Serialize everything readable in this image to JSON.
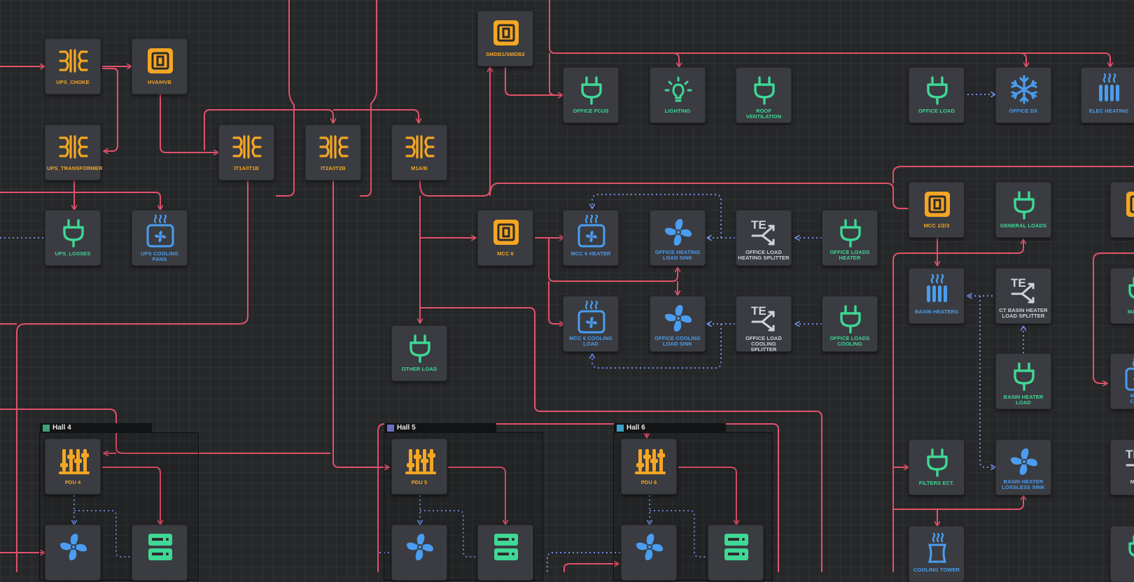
{
  "colors": {
    "power": "#e0526a",
    "heat": "#6f8fe8",
    "transformer": "#f5a623",
    "switch": "#f5a623",
    "load": "#3fd895",
    "cooling": "#4a9df0",
    "lighting": "#3fd895",
    "splitter": "#cfd3d8"
  },
  "groups": [
    {
      "id": "g4",
      "label": "Hall 4",
      "swatch": "#3fa07a"
    },
    {
      "id": "g5",
      "label": "Hall 5",
      "swatch": "#6a6fc0"
    },
    {
      "id": "g6",
      "label": "Hall 6",
      "swatch": "#3ea0c8"
    }
  ],
  "nodes": [
    {
      "id": "ups_choke",
      "label": "UPS_CHOKE",
      "icon": "transformer-icon"
    },
    {
      "id": "hva",
      "label": "HVA/HVB",
      "icon": "switchboard-icon"
    },
    {
      "id": "smdb",
      "label": "SMDB1/SMDB2",
      "icon": "switchboard-icon"
    },
    {
      "id": "office_fcus",
      "label": "OFFICE FCUS",
      "icon": "plug-icon"
    },
    {
      "id": "lighting",
      "label": "LIGHTING",
      "icon": "light-bulb-icon"
    },
    {
      "id": "roof_vent",
      "label": "ROOF VENTILATION",
      "icon": "plug-icon"
    },
    {
      "id": "office_load",
      "label": "OFFICE LOAD",
      "icon": "plug-icon"
    },
    {
      "id": "office_dx",
      "label": "OFFICE DX",
      "icon": "snowflake-icon"
    },
    {
      "id": "elec_heating",
      "label": "ELEC HEATING",
      "icon": "heater-icon"
    },
    {
      "id": "ups_transformer",
      "label": "UPS_TRANSFORMER",
      "icon": "transformer-icon"
    },
    {
      "id": "it1a",
      "label": "IT1A/IT1B",
      "icon": "transformer-icon"
    },
    {
      "id": "it2a",
      "label": "IT2A/IT2B",
      "icon": "transformer-icon"
    },
    {
      "id": "m1a",
      "label": "M1A/B",
      "icon": "transformer-icon"
    },
    {
      "id": "ups_losses",
      "label": "UPS_LOSSES",
      "icon": "plug-icon"
    },
    {
      "id": "ups_fans",
      "label": "UPS COOLING FANS",
      "icon": "fan-heat-icon"
    },
    {
      "id": "mcc6",
      "label": "MCC 6",
      "icon": "switchboard-icon"
    },
    {
      "id": "mcc6_heater",
      "label": "MCC 6 HEATER",
      "icon": "fan-heat-icon"
    },
    {
      "id": "ohls",
      "label": "OFFICE HEATING\nLOAD SINK",
      "icon": "fan-icon"
    },
    {
      "id": "olhs",
      "label": "OFFICE LOAD\nHEATING SPLITTER",
      "icon": "splitter-icon"
    },
    {
      "id": "olh",
      "label": "OFFICE LOADS\nHEATER",
      "icon": "plug-icon"
    },
    {
      "id": "mcc123",
      "label": "MCC 1/2/3",
      "icon": "switchboard-icon"
    },
    {
      "id": "general_loads",
      "label": "GENERAL LOADS",
      "icon": "plug-icon"
    },
    {
      "id": "mcc_edge",
      "label": "MC",
      "icon": "switchboard-icon"
    },
    {
      "id": "basin_heaters",
      "label": "BASIN HEATERS",
      "icon": "heater-icon"
    },
    {
      "id": "ctbh",
      "label": "CT BASIN HEATER\nLOAD SPLITTER",
      "icon": "splitter-icon"
    },
    {
      "id": "make_u",
      "label": "MAKE U",
      "icon": "plug-icon"
    },
    {
      "id": "mcc6_cool",
      "label": "MCC 6 COOLING\nLOAD",
      "icon": "fan-heat-icon"
    },
    {
      "id": "ocls",
      "label": "OFFICE COOLING\nLOAD SINK",
      "icon": "fan-icon"
    },
    {
      "id": "olcs",
      "label": "OFFICE LOAD\nCOOLING SPLITTER",
      "icon": "splitter-icon"
    },
    {
      "id": "olc",
      "label": "OFFICE LOADS\nCOOLING",
      "icon": "plug-icon"
    },
    {
      "id": "other_load",
      "label": "OTHER LOAD",
      "icon": "plug-icon"
    },
    {
      "id": "bhl",
      "label": "BASIN HEATER LOAD",
      "icon": "plug-icon"
    },
    {
      "id": "make_comp",
      "label": "MAKE\nCOMP",
      "icon": "fan-heat-icon"
    },
    {
      "id": "pdu4",
      "label": "PDU 4",
      "icon": "pdu-icon"
    },
    {
      "id": "pdu5",
      "label": "PDU 5",
      "icon": "pdu-icon"
    },
    {
      "id": "pdu6",
      "label": "PDU 6",
      "icon": "pdu-icon"
    },
    {
      "id": "filters",
      "label": "FILTERS ECT.",
      "icon": "plug-icon"
    },
    {
      "id": "bhls",
      "label": "BASIN HEATER\nLOSSLESS SINK",
      "icon": "fan-icon"
    },
    {
      "id": "make_de",
      "label": "MAKE\nDE",
      "icon": "splitter-icon"
    },
    {
      "id": "fan4",
      "label": "",
      "icon": "fan-icon"
    },
    {
      "id": "rack4",
      "label": "",
      "icon": "server-icon"
    },
    {
      "id": "fan5",
      "label": "",
      "icon": "fan-icon"
    },
    {
      "id": "rack5",
      "label": "",
      "icon": "server-icon"
    },
    {
      "id": "fan6",
      "label": "",
      "icon": "fan-icon"
    },
    {
      "id": "rack6",
      "label": "",
      "icon": "server-icon"
    },
    {
      "id": "cooling_tower",
      "label": "COOLING TOWER",
      "icon": "cooling-tower-icon"
    },
    {
      "id": "load_edge_bottom",
      "label": "",
      "icon": "plug-icon"
    }
  ]
}
